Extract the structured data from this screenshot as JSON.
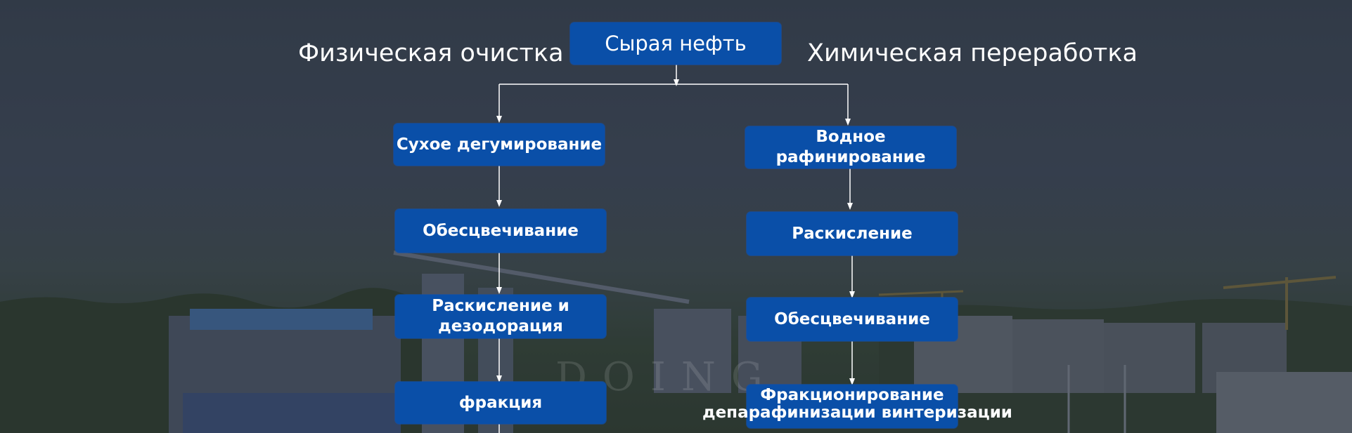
{
  "diagram": {
    "root": "Сырая нефть",
    "left_heading": "Физическая очистка",
    "right_heading": "Химическая переработка",
    "left_steps": [
      "Сухое дегумирование",
      "Обесцвечивание",
      "Раскисление и дезодорация",
      "фракция"
    ],
    "right_steps": [
      "Водное рафинирование",
      "Раскисление",
      "Обесцвечивание",
      "Фракционирование"
    ],
    "right_last_overflow": "депарафинизации винтеризации"
  },
  "watermark": "DOING",
  "colors": {
    "node_fill": "#0a4fa8",
    "connector": "#ffffff",
    "text": "#ffffff"
  }
}
